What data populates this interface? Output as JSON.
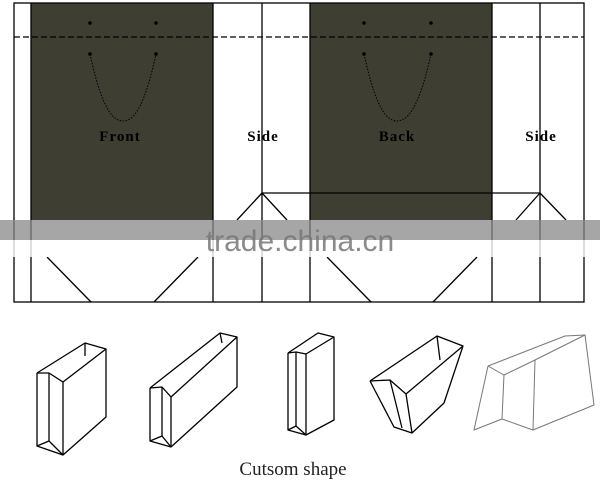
{
  "diagram": {
    "panels": [
      {
        "label": "Front",
        "fill": "#3e3e33"
      },
      {
        "label": "Side",
        "fill": "#ffffff"
      },
      {
        "label": "Back",
        "fill": "#3e3e33"
      },
      {
        "label": "Side",
        "fill": "#ffffff"
      }
    ],
    "caption": "Cutsom shape",
    "watermark": "trade.china.cn"
  }
}
